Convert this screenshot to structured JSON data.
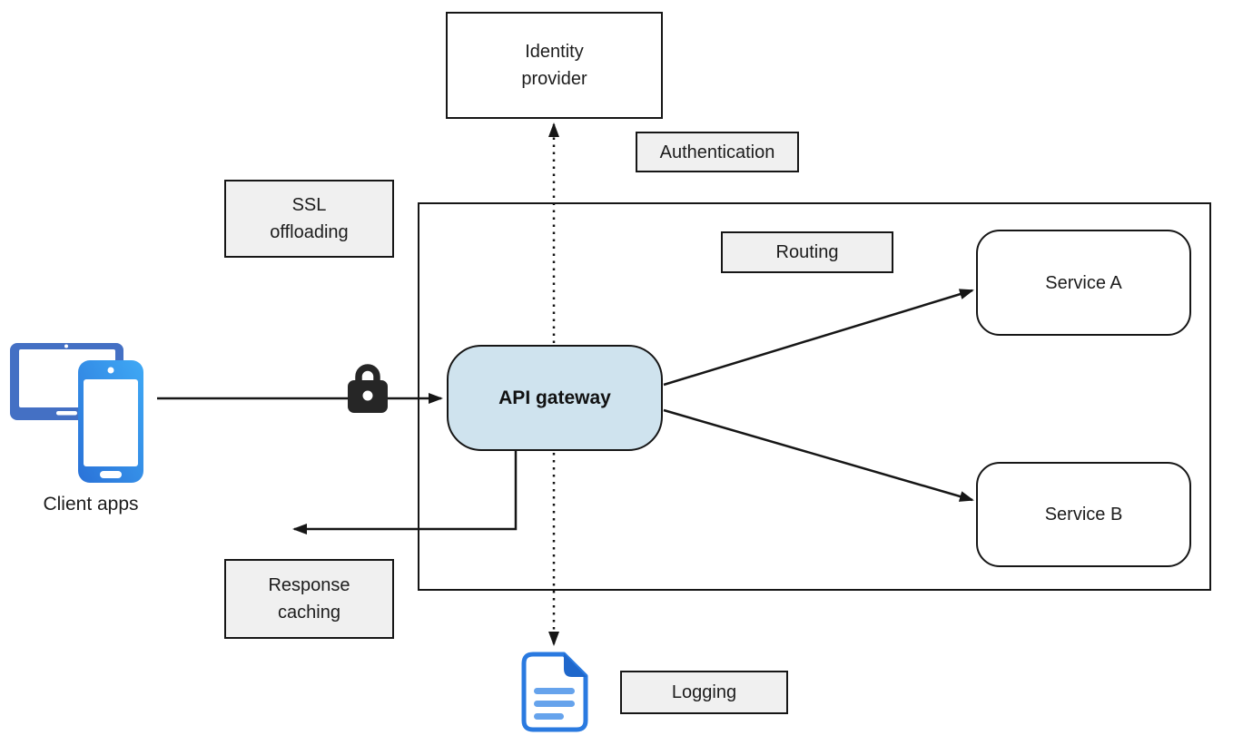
{
  "nodes": {
    "identity_provider": "Identity\nprovider",
    "api_gateway": "API gateway",
    "service_a": "Service A",
    "service_b": "Service B",
    "client_apps": "Client apps"
  },
  "labels": {
    "ssl_offloading": "SSL\noffloading",
    "authentication": "Authentication",
    "routing": "Routing",
    "response_caching": "Response\ncaching",
    "logging": "Logging"
  },
  "icons": {
    "tablet": "tablet-icon",
    "phone": "smartphone-icon",
    "lock": "lock-icon",
    "document": "log-document-icon"
  },
  "edges": [
    {
      "from": "client_apps",
      "to": "api_gateway",
      "style": "solid-arrow",
      "via": "lock-icon"
    },
    {
      "from": "api_gateway",
      "to": "identity_provider",
      "style": "dotted-arrow"
    },
    {
      "from": "api_gateway",
      "to": "service_a",
      "style": "solid-arrow"
    },
    {
      "from": "api_gateway",
      "to": "service_b",
      "style": "solid-arrow"
    },
    {
      "from": "api_gateway",
      "to": "response_caching_area",
      "style": "solid-arrow-left"
    },
    {
      "from": "api_gateway",
      "to": "log_document",
      "style": "dotted-arrow"
    }
  ],
  "colors": {
    "stroke": "#161616",
    "gateway_fill": "#cfe3ee",
    "label_fill": "#f0f0f0",
    "tablet_blue": "#4470c4",
    "phone_blue_dark": "#2a72d8",
    "phone_blue_light": "#3fa9f5",
    "document_blue": "#2a7ae0",
    "document_fold_blue": "#1f67cb",
    "document_line_blue": "#66a3ec",
    "lock_dark": "#262626"
  }
}
